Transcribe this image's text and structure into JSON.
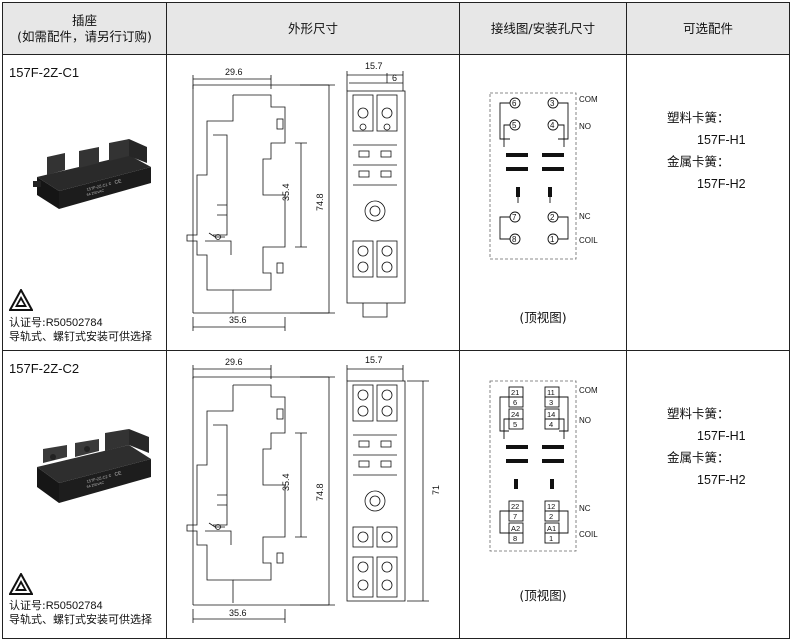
{
  "headers": {
    "socket_line1": "插座",
    "socket_line2": "(如需配件，请另行订购)",
    "dimensions": "外形尺寸",
    "wiring": "接线图/安装孔尺寸",
    "accessories": "可选配件"
  },
  "rows": [
    {
      "model": "157F-2Z-C1",
      "photo_print": [
        "157F-2Z-C1",
        "6A 250VAC",
        "c",
        "CE"
      ],
      "cert_label": "认证号:",
      "cert_number": "R50502784",
      "mounting": "导轨式、螺钉式安装可供选择",
      "dims": {
        "top_width": "29.6",
        "bottom_width": "35.6",
        "height_inner": "35.4",
        "height_outer": "74.8",
        "front_width": "15.7",
        "front_sub": "6"
      },
      "terminals_left": [
        "6",
        "5",
        "7",
        "8"
      ],
      "terminals_right": [
        "3",
        "4",
        "2",
        "1"
      ],
      "labels": {
        "com": "COM",
        "no": "NO",
        "nc": "NC",
        "coil": "COIL"
      },
      "top_view": "(顶视图)",
      "accessories": {
        "plastic": "塑料卡簧：",
        "plastic_code": "157F-H1",
        "metal": "金属卡簧：",
        "metal_code": "157F-H2"
      }
    },
    {
      "model": "157F-2Z-C2",
      "photo_print": [
        "157F-2Z-C2",
        "6A 250VAC",
        "c",
        "CE"
      ],
      "cert_label": "认证号:",
      "cert_number": "R50502784",
      "mounting": "导轨式、螺钉式安装可供选择",
      "dims": {
        "top_width": "29.6",
        "bottom_width": "35.6",
        "height_inner": "35.4",
        "height_outer": "74.8",
        "front_width": "15.7",
        "front_height": "71"
      },
      "terminals_left": [
        [
          "21",
          "6"
        ],
        [
          "24",
          "5"
        ],
        [
          "22",
          "7"
        ],
        [
          "A2",
          "8"
        ]
      ],
      "terminals_right": [
        [
          "11",
          "3"
        ],
        [
          "14",
          "4"
        ],
        [
          "12",
          "2"
        ],
        [
          "A1",
          "1"
        ]
      ],
      "labels": {
        "com": "COM",
        "no": "NO",
        "nc": "NC",
        "coil": "COIL"
      },
      "top_view": "(顶视图)",
      "accessories": {
        "plastic": "塑料卡簧：",
        "plastic_code": "157F-H1",
        "metal": "金属卡簧：",
        "metal_code": "157F-H2"
      }
    }
  ]
}
